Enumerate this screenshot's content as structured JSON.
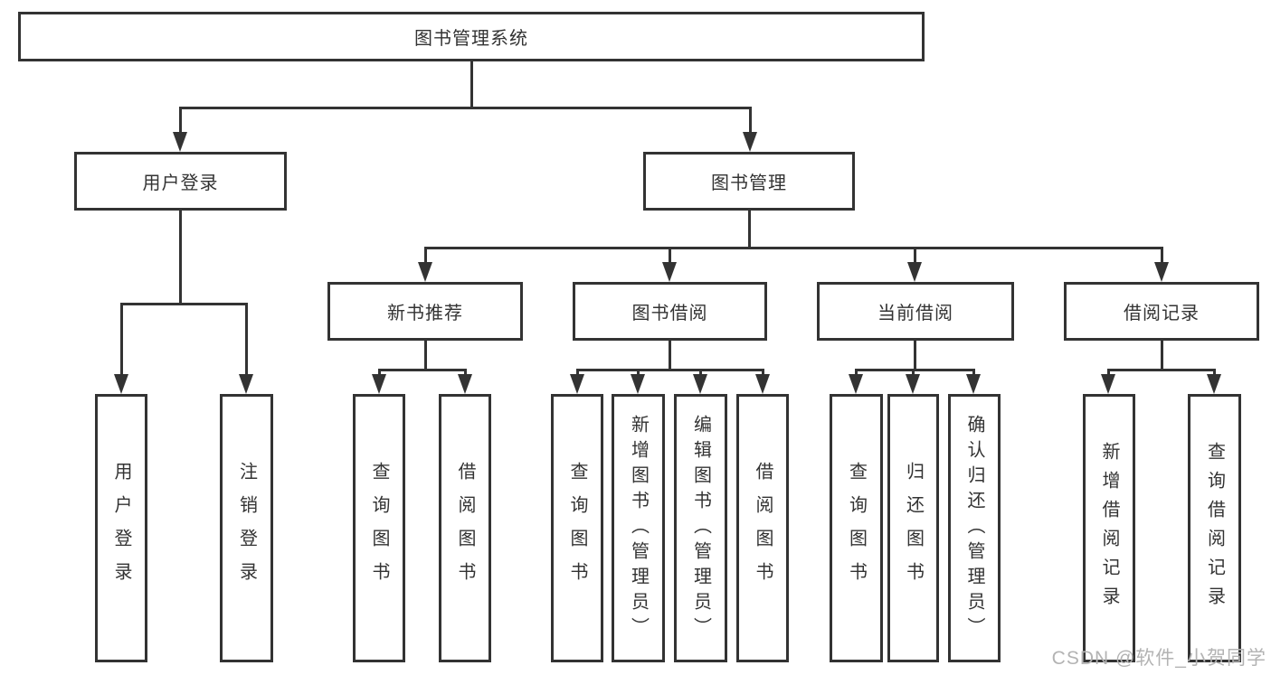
{
  "title": "图书管理系统",
  "level1": {
    "label": "图书管理系统"
  },
  "level2": [
    {
      "label": "用户登录"
    },
    {
      "label": "图书管理"
    }
  ],
  "level3": [
    {
      "label": "新书推荐",
      "parent": "图书管理"
    },
    {
      "label": "图书借阅",
      "parent": "图书管理"
    },
    {
      "label": "当前借阅",
      "parent": "图书管理"
    },
    {
      "label": "借阅记录",
      "parent": "图书管理"
    }
  ],
  "leaves": [
    {
      "label": "用户登录",
      "parent": "用户登录"
    },
    {
      "label": "注销登录",
      "parent": "用户登录"
    },
    {
      "label": "查询图书",
      "parent": "新书推荐"
    },
    {
      "label": "借阅图书",
      "parent": "新书推荐"
    },
    {
      "label": "查询图书",
      "parent": "图书借阅"
    },
    {
      "label": "新增图书（管理员）",
      "parent": "图书借阅"
    },
    {
      "label": "编辑图书（管理员）",
      "parent": "图书借阅"
    },
    {
      "label": "借阅图书",
      "parent": "图书借阅"
    },
    {
      "label": "查询图书",
      "parent": "当前借阅"
    },
    {
      "label": "归还图书",
      "parent": "当前借阅"
    },
    {
      "label": "确认归还（管理员）",
      "parent": "当前借阅"
    },
    {
      "label": "新增借阅记录",
      "parent": "借阅记录"
    },
    {
      "label": "查询借阅记录",
      "parent": "借阅记录"
    }
  ],
  "watermark": "CSDN @软件_小贺同学",
  "colors": {
    "line": "#333333",
    "text": "#333333",
    "box_background": "#ffffff",
    "watermark": "#b3b3b3",
    "background": "#ffffff"
  }
}
